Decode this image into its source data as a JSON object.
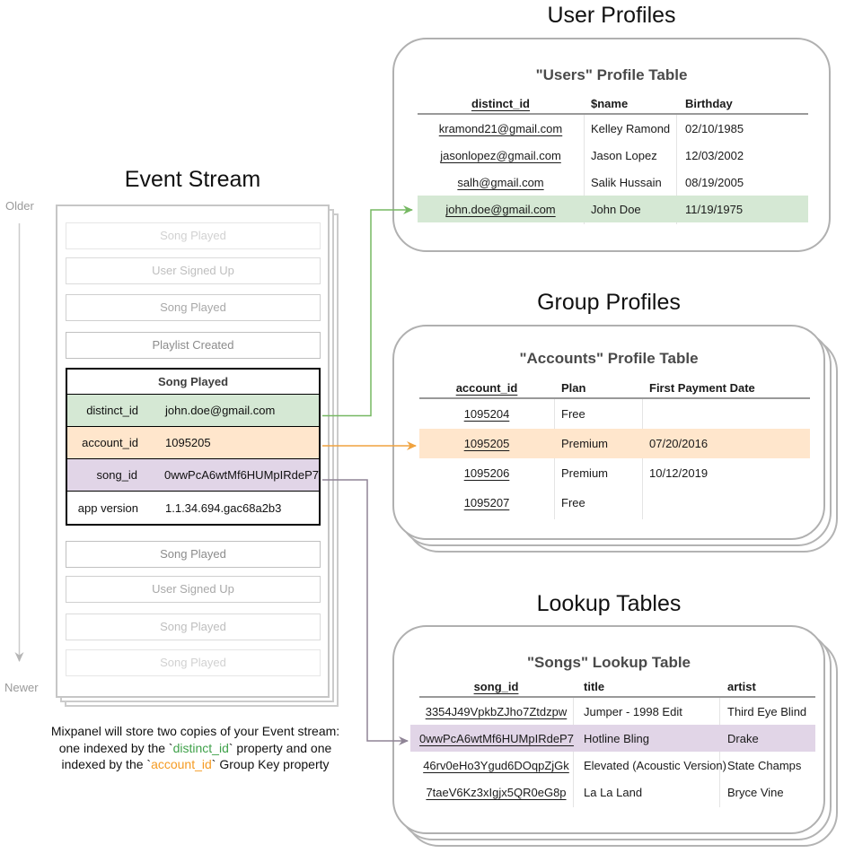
{
  "palette": {
    "green_fill": "#d5e8d4",
    "orange_fill": "#ffe6cc",
    "purple_fill": "#e1d5e7",
    "green_arrow": "#76b862",
    "orange_arrow": "#f0a23e",
    "purple_arrow": "#8f8496",
    "green_code_text": "#3fa14a",
    "orange_code_text": "#f59b23",
    "card_border": "#b0b0b0",
    "faded_text": "#737373"
  },
  "timeline": {
    "older": "Older",
    "newer": "Newer"
  },
  "event_stream": {
    "title": "Event Stream",
    "events_before": [
      "Song Played",
      "User Signed Up",
      "Song Played",
      "Playlist Created"
    ],
    "active_event": {
      "name": "Song Played",
      "properties": [
        {
          "key": "distinct_id",
          "value": "john.doe@gmail.com",
          "color": "green"
        },
        {
          "key": "account_id",
          "value": "1095205",
          "color": "orange"
        },
        {
          "key": "song_id",
          "value": "0wwPcA6wtMf6HUMpIRdeP7",
          "color": "purple"
        },
        {
          "key": "app version",
          "value": "1.1.34.694.gac68a2b3",
          "color": "none"
        }
      ]
    },
    "events_after": [
      "Song Played",
      "User Signed Up",
      "Song Played",
      "Song Played"
    ],
    "caption": {
      "line1": "Mixpanel will store two copies of your Event stream:",
      "line2_prefix": "one indexed by the `",
      "line2_code": "distinct_id",
      "line2_suffix": "` property and one",
      "line3_prefix": "indexed by the `",
      "line3_code": "account_id",
      "line3_suffix": "` Group Key property"
    }
  },
  "user_profiles": {
    "section_title": "User Profiles",
    "table_title": "\"Users\" Profile Table",
    "columns": [
      "distinct_id",
      "$name",
      "Birthday"
    ],
    "rows": [
      [
        "kramond21@gmail.com",
        "Kelley Ramond",
        "02/10/1985"
      ],
      [
        "jasonlopez@gmail.com",
        "Jason Lopez",
        "12/03/2002"
      ],
      [
        "salh@gmail.com",
        "Salik Hussain",
        "08/19/2005"
      ],
      [
        "john.doe@gmail.com",
        "John Doe",
        "11/19/1975"
      ]
    ],
    "highlight_row": 3
  },
  "group_profiles": {
    "section_title": "Group Profiles",
    "table_title": "\"Accounts\" Profile Table",
    "columns": [
      "account_id",
      "Plan",
      "First Payment Date"
    ],
    "rows": [
      [
        "1095204",
        "Free",
        ""
      ],
      [
        "1095205",
        "Premium",
        "07/20/2016"
      ],
      [
        "1095206",
        "Premium",
        "10/12/2019"
      ],
      [
        "1095207",
        "Free",
        ""
      ]
    ],
    "highlight_row": 1
  },
  "lookup_tables": {
    "section_title": "Lookup Tables",
    "table_title": "\"Songs\" Lookup Table",
    "columns": [
      "song_id",
      "title",
      "artist"
    ],
    "rows": [
      [
        "3354J49VpkbZJho7Ztdzpw",
        "Jumper - 1998 Edit",
        "Third Eye Blind"
      ],
      [
        "0wwPcA6wtMf6HUMpIRdeP7",
        "Hotline Bling",
        "Drake"
      ],
      [
        "46rv0eHo3Ygud6DOqpZjGk",
        "Elevated (Acoustic Version)",
        "State Champs"
      ],
      [
        "7taeV6Kz3xIgjx5QR0eG8p",
        "La La Land",
        "Bryce Vine"
      ]
    ],
    "highlight_row": 1
  }
}
